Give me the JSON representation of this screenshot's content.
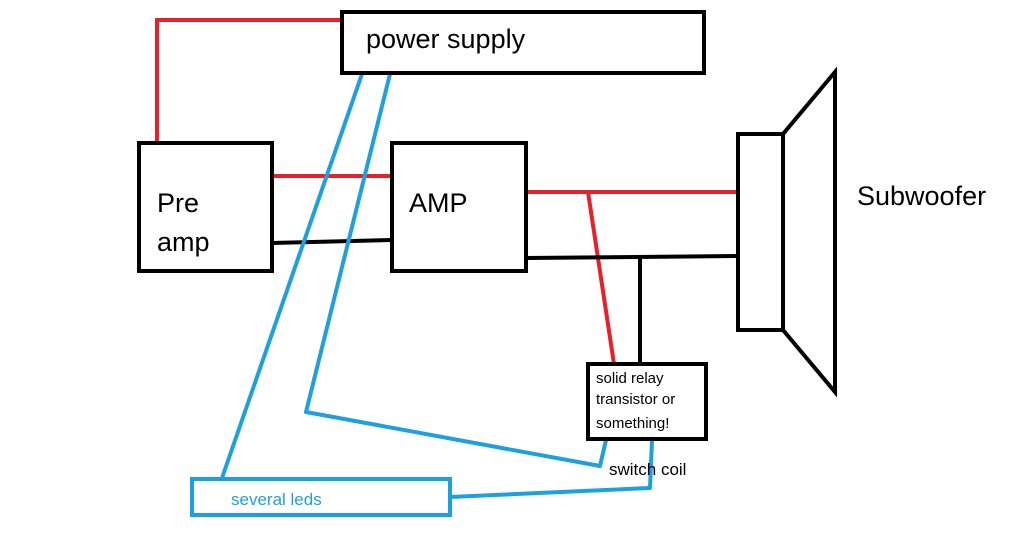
{
  "labels": {
    "power_supply": "power supply",
    "pre_amp_line1": "Pre",
    "pre_amp_line2": "amp",
    "amp": "AMP",
    "subwoofer": "Subwoofer",
    "relay_line1": "solid relay",
    "relay_line2": "transistor or",
    "relay_line3": "something!",
    "switch_coil": "switch coil",
    "leds": "several leds"
  },
  "colors": {
    "outline": "#000000",
    "signal_wire": "#e8202a",
    "ground_wire": "#000000",
    "led_wire": "#1ea0e0",
    "background": "#ffffff"
  }
}
